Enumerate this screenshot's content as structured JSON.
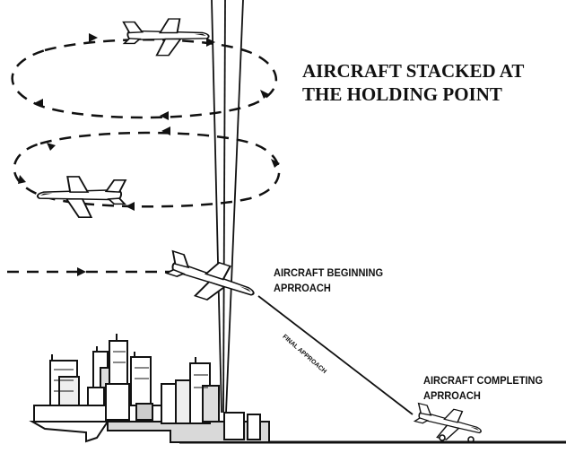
{
  "labels": {
    "title_line1": "AIRCRAFT STACKED AT",
    "title_line2": "THE HOLDING POINT",
    "beginning_line1": "AIRCRAFT BEGINNING",
    "beginning_line2": "APRROACH",
    "final_approach": "FINAL APPROACH",
    "completing_line1": "AIRCRAFT COMPLETING",
    "completing_line2": "APRROACH"
  },
  "colors": {
    "ink": "#111111",
    "background": "#ffffff"
  }
}
